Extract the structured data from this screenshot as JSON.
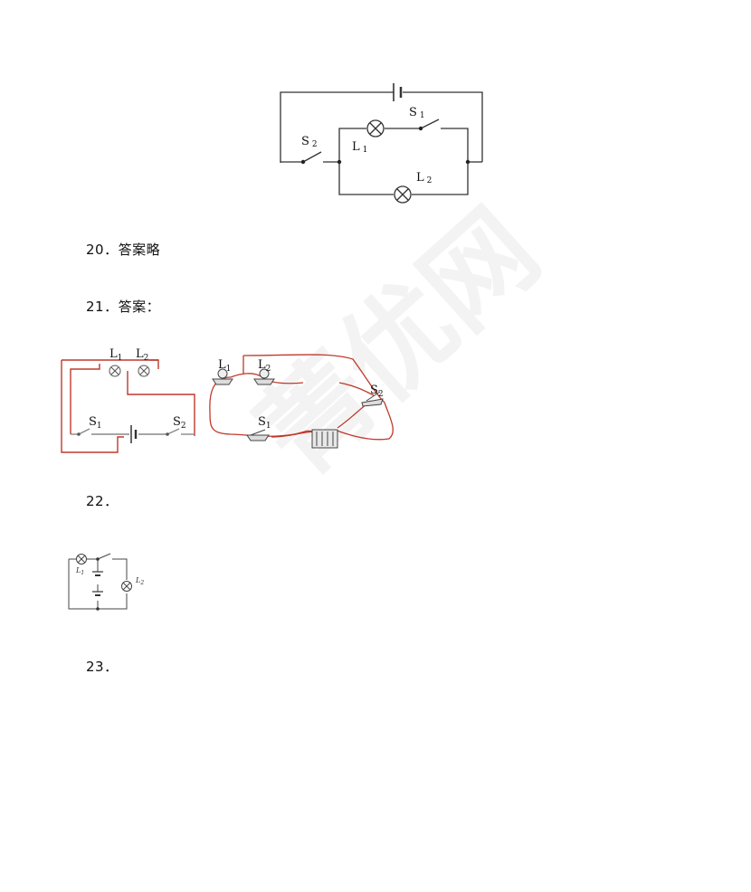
{
  "watermark": "菁优网",
  "questions": [
    {
      "number": "20．",
      "text": "答案略"
    },
    {
      "number": "21．",
      "text": "答案："
    },
    {
      "number": "22．",
      "text": ""
    },
    {
      "number": "23．",
      "text": ""
    }
  ],
  "fig1": {
    "s1": "S",
    "s1_sub": "1",
    "s2": "S",
    "s2_sub": "2",
    "l1": "L",
    "l1_sub": "1",
    "l2": "L",
    "l2_sub": "2"
  },
  "fig2": {
    "l1": "L",
    "l1_sub": "1",
    "l2": "L",
    "l2_sub": "2",
    "s1": "S",
    "s1_sub": "1",
    "s2": "S",
    "s2_sub": "2"
  },
  "fig3": {
    "l1": "L",
    "l1_sub": "1",
    "l2": "L",
    "l2_sub": "2",
    "s1": "S",
    "s1_sub": "1",
    "s2": "S",
    "s2_sub": "2"
  },
  "fig4": {
    "l1": "L",
    "l1_sub": "1",
    "l2": "L",
    "l2_sub": "2"
  }
}
